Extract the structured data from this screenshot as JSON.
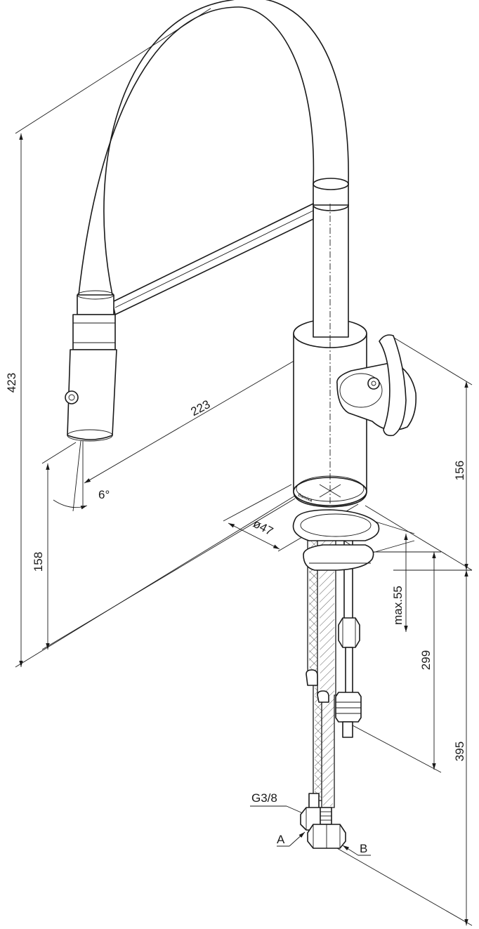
{
  "dimensions": {
    "overall_height": "423",
    "reach": "223",
    "spray_angle": "6°",
    "spout_outlet_height": "158",
    "body_height": "156",
    "base_diameter": "ø47",
    "max_counter_thickness": "max.55",
    "fixing_length": "299",
    "hose_length": "395",
    "connection_thread": "G3/8"
  },
  "callouts": {
    "hose_a": "A",
    "hose_b": "B"
  },
  "brand_mark": "Damixa"
}
